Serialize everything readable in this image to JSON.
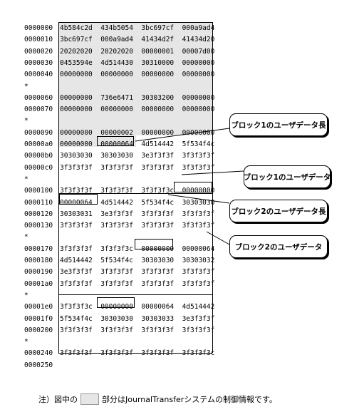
{
  "rows": [
    {
      "addr": "0000000",
      "data": "4b584c2d  434b5054  3bc697cf  000a9ad4"
    },
    {
      "addr": "0000010",
      "data": "3bc697cf  000a9ad4  41434d2f  41434d20"
    },
    {
      "addr": "0000020",
      "data": "20202020  20202020  00000001  00007d00"
    },
    {
      "addr": "0000030",
      "data": "0453594e  4d514430  30310000  00000000"
    },
    {
      "addr": "0000040",
      "data": "00000000  00000000  00000000  00000000"
    },
    {
      "addr": "*",
      "data": ""
    },
    {
      "addr": "0000060",
      "data": "00000000  736e6471  30303200  00000000"
    },
    {
      "addr": "0000070",
      "data": "00000000  00000000  00000000  00000000"
    },
    {
      "addr": "*",
      "data": ""
    },
    {
      "addr": "0000090",
      "data": "00000000  00000002  00000000  00000000"
    },
    {
      "addr": "00000a0",
      "data": "00000000  00000064  4d514442  5f534f4c"
    },
    {
      "addr": "00000b0",
      "data": "30303030  30303030  3e3f3f3f  3f3f3f3f"
    },
    {
      "addr": "00000c0",
      "data": "3f3f3f3f  3f3f3f3f  3f3f3f3f  3f3f3f3f"
    },
    {
      "addr": "*",
      "data": ""
    },
    {
      "addr": "0000100",
      "data": "3f3f3f3f  3f3f3f3f  3f3f3f3c  00000000"
    },
    {
      "addr": "0000110",
      "data": "00000064  4d514442  5f534f4c  30303030"
    },
    {
      "addr": "0000120",
      "data": "30303031  3e3f3f3f  3f3f3f3f  3f3f3f3f"
    },
    {
      "addr": "0000130",
      "data": "3f3f3f3f  3f3f3f3f  3f3f3f3f  3f3f3f3f"
    },
    {
      "addr": "*",
      "data": ""
    },
    {
      "addr": "0000170",
      "data": "3f3f3f3f  3f3f3f3c  00000000  00000064"
    },
    {
      "addr": "0000180",
      "data": "4d514442  5f534f4c  30303030  30303032"
    },
    {
      "addr": "0000190",
      "data": "3e3f3f3f  3f3f3f3f  3f3f3f3f  3f3f3f3f"
    },
    {
      "addr": "00001a0",
      "data": "3f3f3f3f  3f3f3f3f  3f3f3f3f  3f3f3f3f"
    },
    {
      "addr": "*",
      "data": ""
    },
    {
      "addr": "00001e0",
      "data": "3f3f3f3c  00000000  00000064  4d514442"
    },
    {
      "addr": "00001f0",
      "data": "5f534f4c  30303030  30303033  3e3f3f3f"
    },
    {
      "addr": "0000200",
      "data": "3f3f3f3f  3f3f3f3f  3f3f3f3f  3f3f3f3f"
    },
    {
      "addr": "*",
      "data": ""
    },
    {
      "addr": "0000240",
      "data": "3f3f3f3f  3f3f3f3f  3f3f3f3f  3f3f3f3c"
    },
    {
      "addr": "0000250",
      "data": ""
    }
  ],
  "callouts": {
    "block1_length": "ブロック1のユーザデータ長",
    "block1_data": "ブロック1のユーザデータ",
    "block2_length": "ブロック2のユーザデータ長",
    "block2_data": "ブロック2のユーザデータ"
  },
  "note": {
    "prefix": "注）図中の",
    "suffix": "部分はJournalTransferシステムの制御情報です。"
  },
  "colors": {
    "control_info_shade": "#e6e6e6",
    "border": "#000000"
  }
}
